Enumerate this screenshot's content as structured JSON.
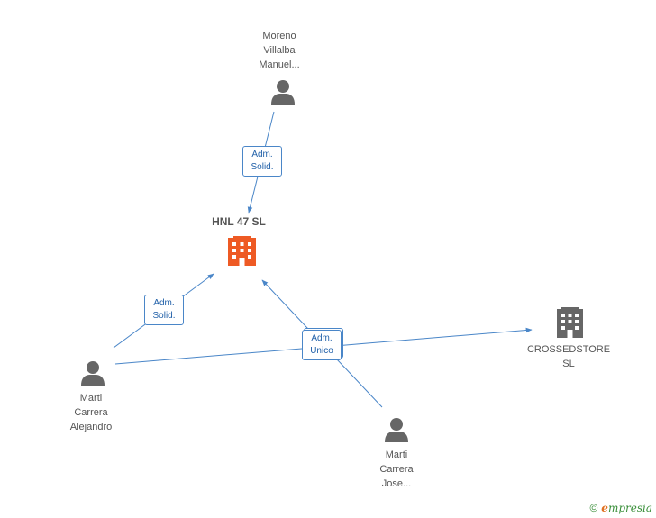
{
  "nodes": {
    "hnl": {
      "label": "HNL 47 SL",
      "icon": "building-icon",
      "color": "#ee5a24"
    },
    "crossedstore": {
      "label": "CROSSEDSTORE\nSL",
      "icon": "building-icon",
      "color": "#666666"
    },
    "moreno": {
      "label": "Moreno\nVillalba\nManuel...",
      "icon": "person-icon",
      "color": "#666666"
    },
    "marti_alejandro": {
      "label": "Marti\nCarrera\nAlejandro",
      "icon": "person-icon",
      "color": "#666666"
    },
    "marti_jose": {
      "label": "Marti\nCarrera\nJose...",
      "icon": "person-icon",
      "color": "#666666"
    }
  },
  "edges": {
    "moreno_hnl": "Adm.\nSolid.",
    "alejandro_hnl": "Adm.\nSolid.",
    "unico": "Adm.\nUnico"
  },
  "edge_color": "#4a86c8",
  "footer": {
    "copyright_symbol": "©",
    "brand_initial": "e",
    "brand_rest": "mpresia"
  }
}
